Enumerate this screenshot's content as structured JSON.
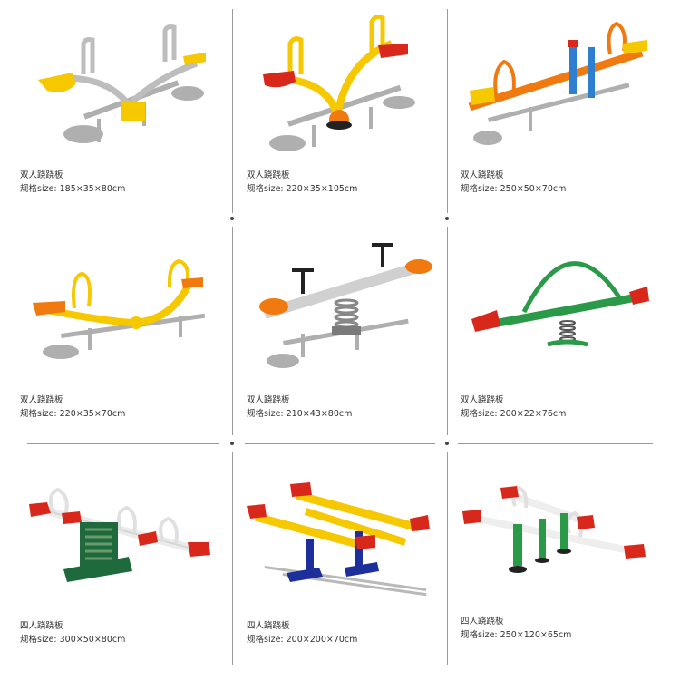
{
  "products": [
    {
      "name": "双人跷跷板",
      "spec": "规格size: 185×35×80cm",
      "icon": "two-seat-arch-seesaw"
    },
    {
      "name": "双人跷跷板",
      "spec": "规格size: 220×35×105cm",
      "icon": "two-seat-v-seesaw"
    },
    {
      "name": "双人跷跷板",
      "spec": "规格size:  250×50×70cm",
      "icon": "two-seat-post-seesaw"
    },
    {
      "name": "双人跷跷板",
      "spec": "规格size: 220×35×70cm",
      "icon": "two-seat-curve-seesaw"
    },
    {
      "name": "双人跷跷板",
      "spec": "规格size: 210×43×80cm",
      "icon": "two-seat-spring-seesaw"
    },
    {
      "name": "双人跷跷板",
      "spec": "规格size: 200×22×76cm",
      "icon": "two-seat-hoop-seesaw"
    },
    {
      "name": "四人跷跷板",
      "spec": "规格size: 300×50×80cm",
      "icon": "four-seat-spring-seesaw"
    },
    {
      "name": "四人跷跷板",
      "spec": "规格size: 200×200×70cm",
      "icon": "four-seat-cross-seesaw"
    },
    {
      "name": "四人跷跷板",
      "spec": "规格size: 250×120×65cm",
      "icon": "four-seat-post-seesaw"
    }
  ],
  "colors": {
    "yellow": "#f5c800",
    "red": "#d8281c",
    "orange": "#f07a10",
    "blue": "#2f7fd0",
    "green": "#2a9a48",
    "silver": "#c8c8c8",
    "navy": "#1c2f9a",
    "shadow": "#9c9c9c",
    "darkgreen": "#1e6a3c"
  }
}
